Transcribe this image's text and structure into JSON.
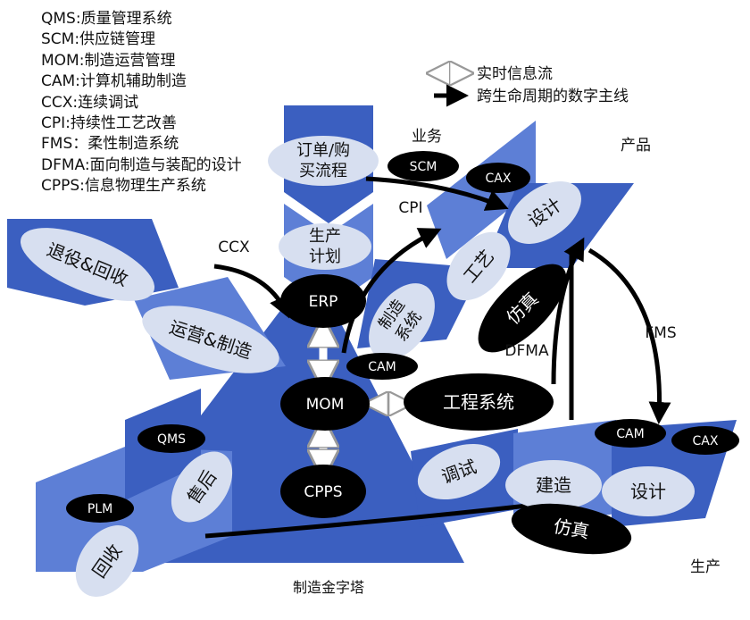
{
  "abbreviations": [
    "QMS:质量管理系统",
    "SCM:供应链管理",
    "MOM:制造运营管理",
    "CAM:计算机辅助制造",
    "CCX:连续调试",
    "CPI:持续性工艺改善",
    "FMS：柔性制造系统",
    "DFMA:面向制造与装配的设计",
    "CPPS:信息物理生产系统"
  ],
  "key": {
    "realtime_flow": "实时信息流",
    "digital_thread": "跨生命周期的数字主线"
  },
  "regions": {
    "business": "业务",
    "product": "产品",
    "production": "生产",
    "pyramid": "制造金字塔"
  },
  "flow_labels": {
    "ccx": "CCX",
    "cpi": "CPI",
    "fms": "FMS",
    "dfma": "DFMA"
  },
  "nodes": {
    "order": [
      "订单/购",
      "买流程"
    ],
    "plan": [
      "生产",
      "计划"
    ],
    "retire": "退役&回收",
    "operate": "运营&制造",
    "after_sales": "售后",
    "recycle": "回收",
    "design_top": "设计",
    "process": "工艺",
    "mfg_system": [
      "制造",
      "系统"
    ],
    "debug": "调试",
    "build": "建造",
    "design_right": "设计"
  },
  "systems": {
    "scm": "SCM",
    "cax_top": "CAX",
    "erp": "ERP",
    "mom": "MOM",
    "cpps": "CPPS",
    "cam_center": "CAM",
    "engineering": "工程系统",
    "sim_top": "仿真",
    "qms": "QMS",
    "plm": "PLM",
    "cam_right": "CAM",
    "cax_right": "CAX",
    "sim_bottom": "仿真"
  },
  "colors": {
    "panel_blue": "#3b5fc0",
    "panel_blue_light": "#5d7fd6",
    "node_ellipse": "#d7dff0",
    "system_ellipse": "#000000"
  }
}
